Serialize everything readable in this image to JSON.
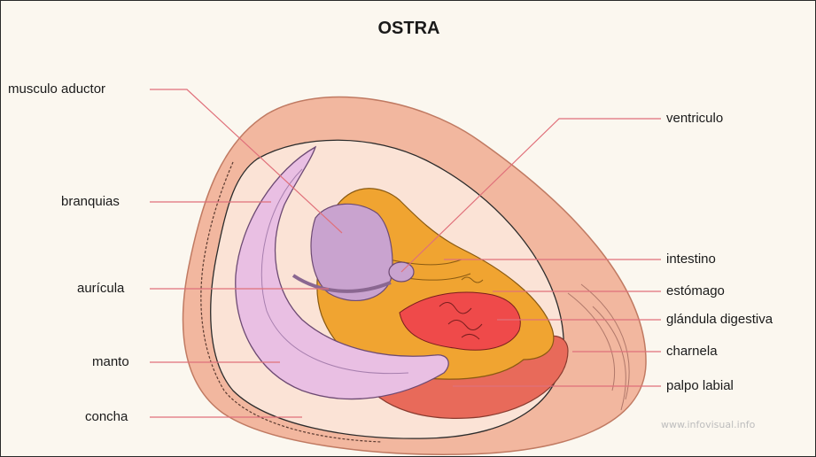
{
  "title": "OSTRA",
  "labels": {
    "musculo_aductor": "musculo aductor",
    "branquias": "branquias",
    "auricula": "aurícula",
    "manto": "manto",
    "concha": "concha",
    "ventriculo": "ventriculo",
    "intestino": "intestino",
    "estomago": "estómago",
    "glandula_digestiva": "glándula digestiva",
    "charnela": "charnela",
    "palpo_labial": "palpo labial"
  },
  "credit": "www.infovisual.info",
  "colors": {
    "leader_line": "#e0707a",
    "shell": "#f2b79f",
    "mantle": "#fbe3d6",
    "gills": "#e9bfe3",
    "adductor": "#c9a3cf",
    "digestive_gland": "#ef4a4a",
    "stomach_body": "#f0a431",
    "labial_palp": "#e86a5a"
  }
}
